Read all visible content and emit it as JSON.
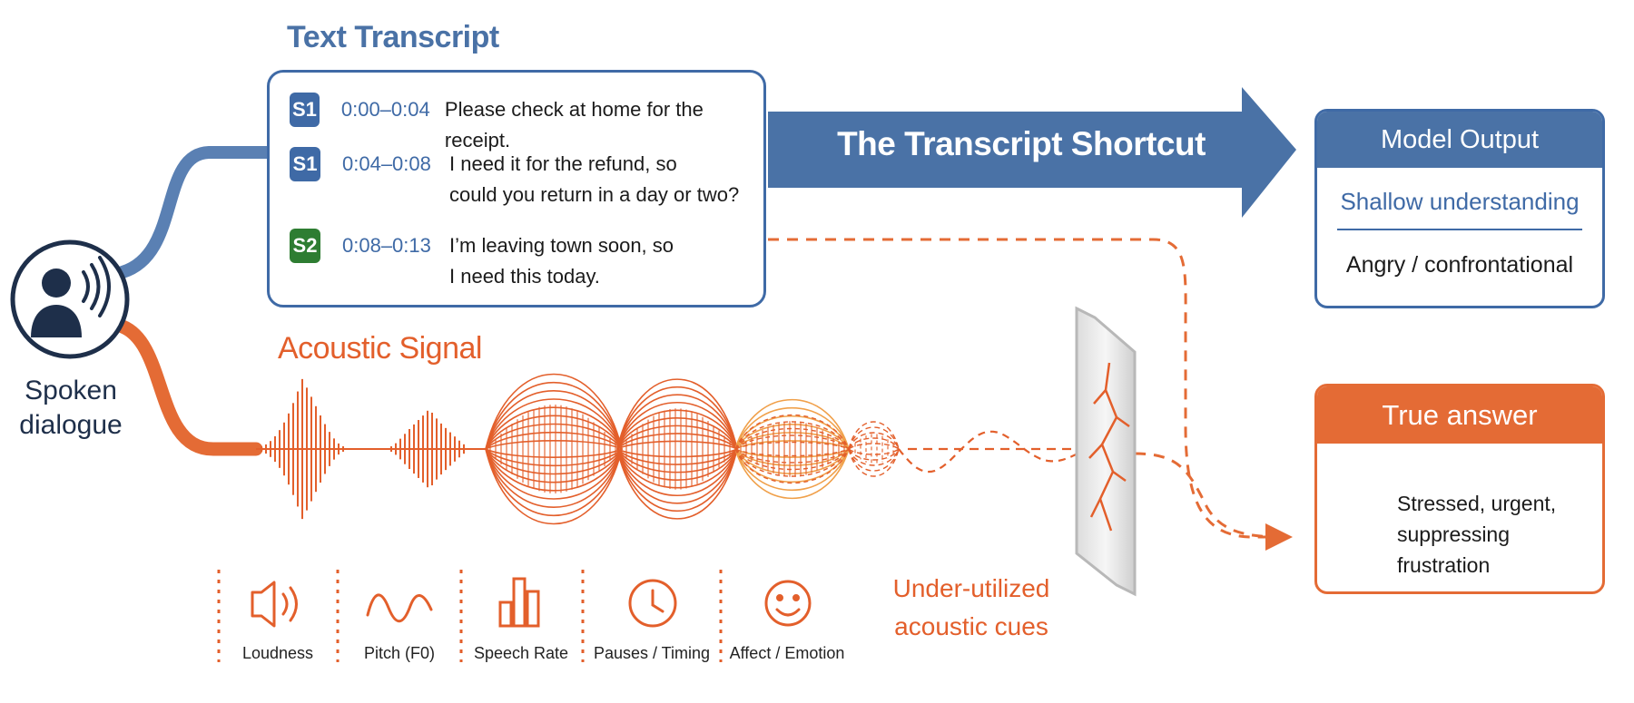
{
  "transcript": {
    "title": "Text Transcript",
    "rows": [
      {
        "speaker": "S1",
        "time": "0:00–0:04",
        "lines": [
          "Please check at home for the receipt."
        ]
      },
      {
        "speaker": "S1",
        "time": "0:04–0:08",
        "lines": [
          "I need it for the refund, so",
          "could you return in a day or two?"
        ]
      },
      {
        "speaker": "S2",
        "time": "0:08–0:13",
        "lines": [
          "I’m leaving town soon, so",
          "I need this today."
        ]
      }
    ]
  },
  "shortcut_label": "The Transcript Shortcut",
  "model_output": {
    "title": "Model Output",
    "quality": "Shallow understanding",
    "answer": "Angry / confrontational"
  },
  "true_answer": {
    "title": "True answer",
    "lines": [
      "Stressed, urgent,",
      "suppressing frustration"
    ]
  },
  "source": {
    "label_lines": [
      "Spoken",
      "dialogue"
    ],
    "icon": "speaking-person-icon"
  },
  "acoustic": {
    "title": "Acoustic Signal",
    "cues": [
      {
        "label": "Loudness",
        "icon": "speaker-volume-icon"
      },
      {
        "label": "Pitch (F0)",
        "icon": "wave-icon"
      },
      {
        "label": "Speech Rate",
        "icon": "bar-chart-icon"
      },
      {
        "label": "Pauses / Timing",
        "icon": "clock-icon"
      },
      {
        "label": "Affect / Emotion",
        "icon": "smiley-icon"
      }
    ],
    "under_utilized_lines": [
      "Under-utilized",
      "acoustic cues"
    ]
  },
  "colors": {
    "blue": "#3f6aa6",
    "blue_light": "#4a72a6",
    "orange": "#e35f2b",
    "orange_light": "#f0a04a",
    "green": "#2e7d32",
    "navy": "#1e2f4a"
  }
}
